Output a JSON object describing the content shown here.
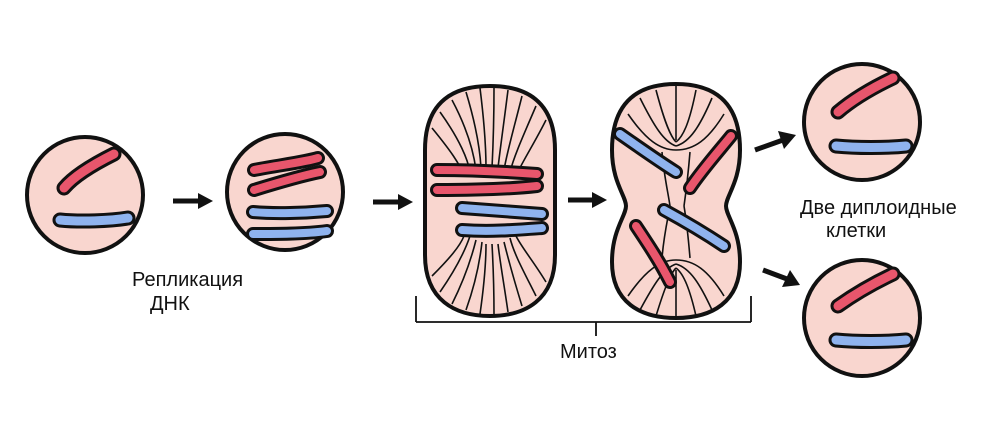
{
  "labels": {
    "replication_line1": "Репликация",
    "replication_line2": "ДНК",
    "mitosis": "Митоз",
    "diploid_line1": "Две диплоидные",
    "diploid_line2": "клетки"
  },
  "colors": {
    "cell_fill": "#f9d6cf",
    "outline": "#111111",
    "chromosome_red": "#e8566c",
    "chromosome_blue": "#8fb3ee",
    "background": "#ffffff"
  }
}
